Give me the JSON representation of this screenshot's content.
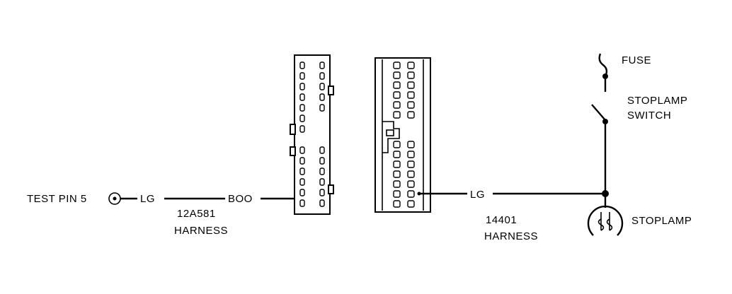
{
  "labels": {
    "test_pin": "TEST PIN 5",
    "wire_color_left": "LG",
    "connector_boo": "BOO",
    "harness_left_number": "12A581",
    "harness_left_word": "HARNESS",
    "wire_color_right": "LG",
    "harness_right_number": "14401",
    "harness_right_word": "HARNESS",
    "fuse": "FUSE",
    "stoplamp_switch_line1": "STOPLAMP",
    "stoplamp_switch_line2": "SWITCH",
    "stoplamp": "STOPLAMP"
  },
  "colors": {
    "ink": "#000000",
    "paper": "#ffffff"
  },
  "icons": {
    "test_pin": "test-pin-terminal-icon",
    "fuse": "fuse-icon",
    "switch": "stoplamp-switch-icon",
    "lamp": "stoplamp-bulb-icon",
    "connector_left": "harness-connector-icon",
    "connector_right": "harness-connector-icon"
  }
}
